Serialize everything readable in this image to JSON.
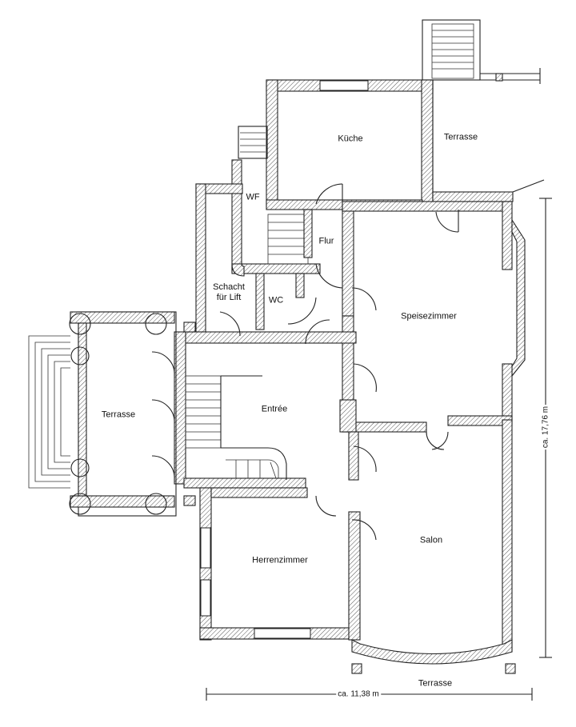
{
  "rooms": {
    "kueche": "Küche",
    "terrasse_north": "Terrasse",
    "wf": "WF",
    "flur": "Flur",
    "schacht_line1": "Schacht",
    "schacht_line2": "für Lift",
    "wc": "WC",
    "speisezimmer": "Speisezimmer",
    "terrasse_west": "Terrasse",
    "entree": "Entrée",
    "herrenzimmer": "Herrenzimmer",
    "salon": "Salon",
    "terrasse_south": "Terrasse"
  },
  "dimensions": {
    "width": "ca. 11,38 m",
    "height": "ca. 17,76 m"
  }
}
